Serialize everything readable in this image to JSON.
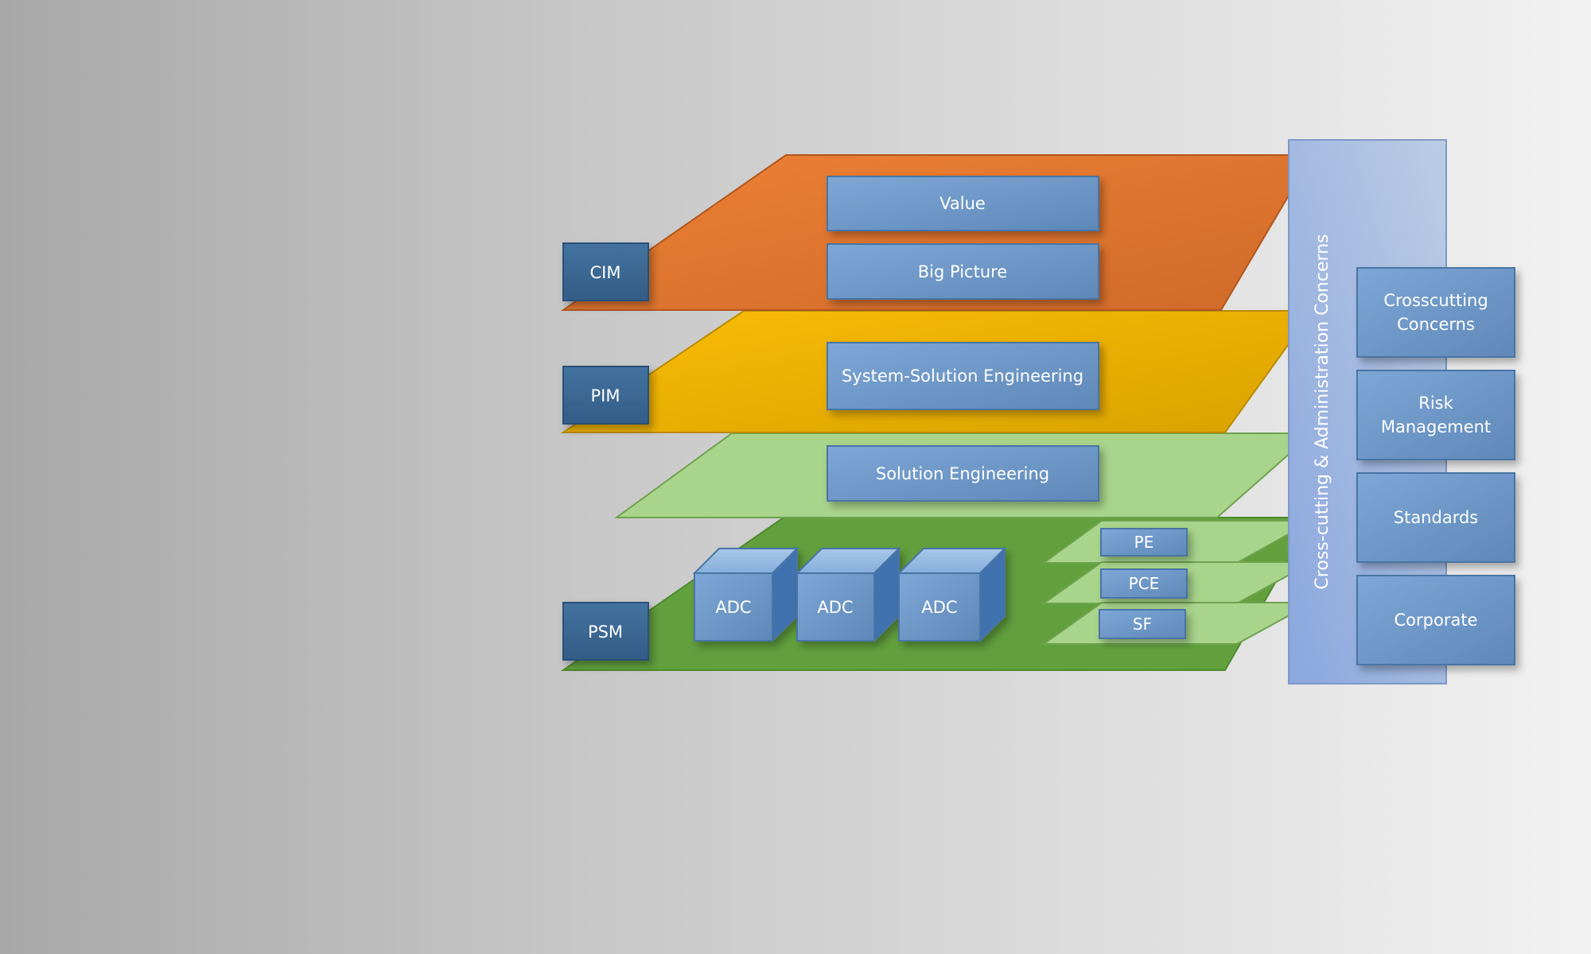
{
  "layers": {
    "cim": {
      "label": "CIM",
      "color": "#E07A30"
    },
    "pim": {
      "label": "PIM",
      "color": "#F0B400"
    },
    "solution": {
      "color": "#A8D48C"
    },
    "psm": {
      "label": "PSM",
      "color": "#5E9E3A"
    }
  },
  "boxes": {
    "value": "Value",
    "big_picture": "Big Picture",
    "system_solution_engineering": "System-Solution Engineering",
    "solution_engineering": "Solution Engineering"
  },
  "cubes": [
    "ADC",
    "ADC",
    "ADC"
  ],
  "small_layers": [
    "PE",
    "PCE",
    "SF"
  ],
  "crosscutting": {
    "bar_label": "Cross-cutting & Administration Concerns",
    "items": [
      {
        "line1": "Crosscutting",
        "line2": "Concerns"
      },
      {
        "line1": "Risk",
        "line2": "Management"
      },
      {
        "line1": "Standards",
        "line2": ""
      },
      {
        "line1": "Corporate",
        "line2": ""
      }
    ]
  },
  "colors": {
    "box_blue": "#6B95C6",
    "label_navy": "#3C6896",
    "bar_blue": "#A3B8DA"
  }
}
